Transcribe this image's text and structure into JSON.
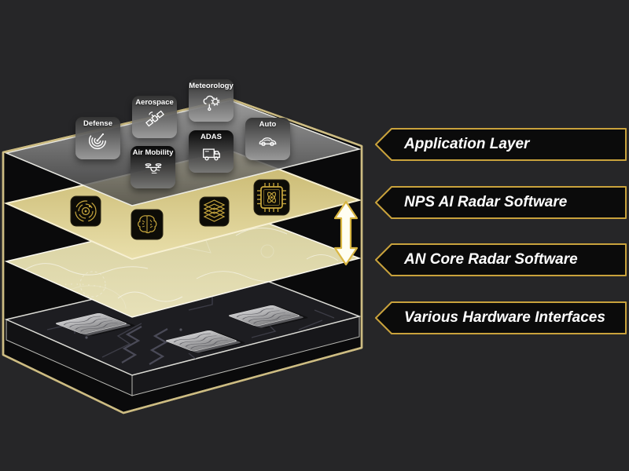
{
  "plates": [
    {
      "label": "Application Layer"
    },
    {
      "label": "NPS AI Radar Software"
    },
    {
      "label": "AN Core Radar Software"
    },
    {
      "label": "Various Hardware Interfaces"
    }
  ],
  "tiles": [
    {
      "id": "defense",
      "label": "Defense"
    },
    {
      "id": "aerospace",
      "label": "Aerospace"
    },
    {
      "id": "meteorology",
      "label": "Meteorology"
    },
    {
      "id": "adas",
      "label": "ADAS"
    },
    {
      "id": "auto",
      "label": "Auto"
    },
    {
      "id": "air-mobility",
      "label": "Air Mobility"
    }
  ],
  "nps_layer_icons": [
    "radar-scope-icon",
    "ai-brain-icon",
    "layer-stack-icon",
    "chip-atom-icon"
  ],
  "hardware_chip_count": 3,
  "colors": {
    "background": "#262628",
    "gold_accent": "#c9a23c",
    "box_outline": "#cdbc82",
    "nps_layer_fill": "#d2c37c",
    "core_layer_fill": "#ded7a8",
    "plate_fill": "#0b0b0b",
    "text": "#ffffff"
  }
}
